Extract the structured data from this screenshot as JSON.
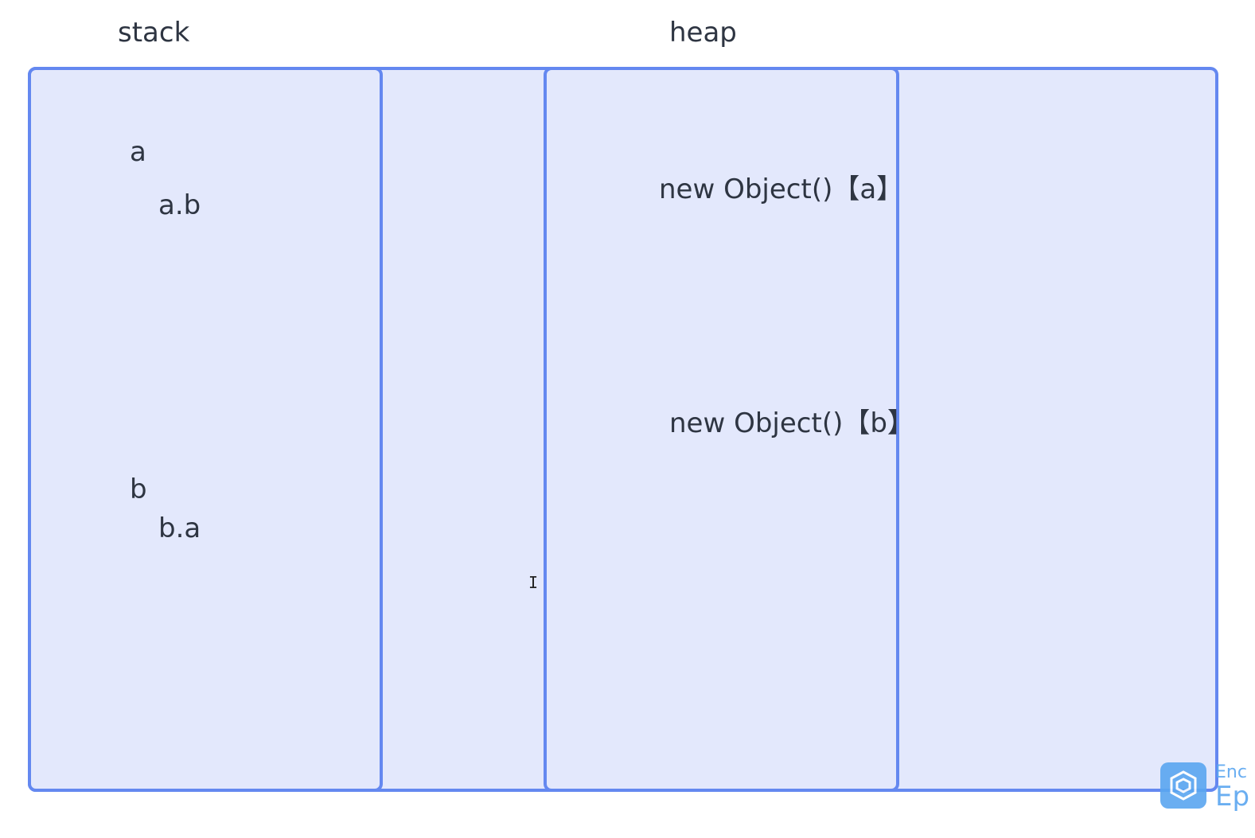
{
  "diagram": {
    "titles": {
      "stack": "stack",
      "heap": "heap"
    },
    "stack_items": {
      "a": "a",
      "a_b": "a.b",
      "b": "b",
      "b_a": "b.a"
    },
    "heap_items": {
      "object_a": "new Object()【a】",
      "object_b": "new Object()【b】"
    }
  },
  "colors": {
    "box_fill": "#e3e8fc",
    "box_border": "#6488f0",
    "watermark": "#5aa6f0"
  },
  "watermark": {
    "icon": "cube-logo-icon",
    "line1": "Enc",
    "line2": "Ep"
  }
}
